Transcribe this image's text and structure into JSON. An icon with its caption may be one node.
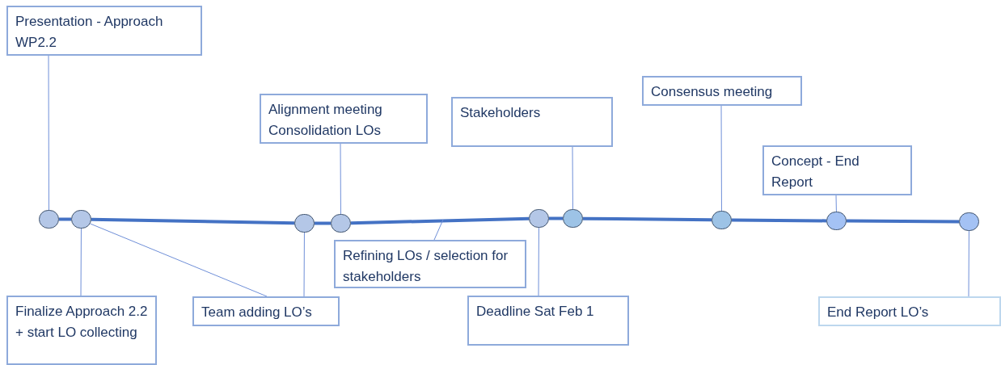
{
  "diagram": {
    "nodes": [
      {
        "text": [
          "Presentation - Approach WP2.2"
        ]
      },
      {
        "text": [
          "Alignment meeting Consolidation LOs"
        ]
      },
      {
        "text": [
          "Stakeholders"
        ]
      },
      {
        "text": [
          "Consensus meeting"
        ]
      },
      {
        "text": [
          "Concept - End Report"
        ]
      },
      {
        "text": [
          "Refining LOs / selection for stakeholders"
        ]
      },
      {
        "text": [
          "Finalize Approach 2.2 + start LO collecting"
        ]
      },
      {
        "text": [
          "Team adding LO’s"
        ]
      },
      {
        "text": [
          "Deadline Sat Feb 1"
        ]
      },
      {
        "text": [
          "End Report LO’s"
        ]
      },
      {
        "text": [],
        "shape": "circle"
      },
      {
        "text": [],
        "shape": "circle"
      },
      {
        "text": [],
        "shape": "circle"
      },
      {
        "text": [],
        "shape": "circle"
      },
      {
        "text": [],
        "shape": "circle"
      },
      {
        "text": [],
        "shape": "circle"
      },
      {
        "text": [],
        "shape": "circle"
      },
      {
        "text": [],
        "shape": "circle"
      },
      {
        "text": [],
        "shape": "circle"
      }
    ],
    "edges": [
      {
        "from": 10,
        "to": 11,
        "arrow": "none",
        "style": "thick"
      },
      {
        "from": 11,
        "to": 12,
        "arrow": "none",
        "style": "thick"
      },
      {
        "from": 12,
        "to": 13,
        "arrow": "none",
        "style": "thick"
      },
      {
        "from": 13,
        "to": 14,
        "arrow": "none",
        "style": "thick"
      },
      {
        "from": 14,
        "to": 15,
        "arrow": "none",
        "style": "thick"
      },
      {
        "from": 15,
        "to": 16,
        "arrow": "none",
        "style": "thick"
      },
      {
        "from": 16,
        "to": 17,
        "arrow": "none",
        "style": "thick"
      },
      {
        "from": 17,
        "to": 18,
        "arrow": "none",
        "style": "thick"
      },
      {
        "from": 0,
        "to": 10,
        "arrow": "none"
      },
      {
        "from": 1,
        "to": 13,
        "arrow": "none"
      },
      {
        "from": 2,
        "to": 15,
        "arrow": "none"
      },
      {
        "from": 3,
        "to": 16,
        "arrow": "none"
      },
      {
        "from": 4,
        "to": 17,
        "arrow": "none"
      },
      {
        "from": 5,
        "to": null,
        "arrow": "none"
      },
      {
        "from": 6,
        "to": 11,
        "arrow": "none"
      },
      {
        "from": 7,
        "to": 11,
        "arrow": "none"
      },
      {
        "from": 7,
        "to": 12,
        "arrow": "none"
      },
      {
        "from": 8,
        "to": 14,
        "arrow": "none"
      },
      {
        "from": 9,
        "to": 18,
        "arrow": "none"
      }
    ]
  }
}
